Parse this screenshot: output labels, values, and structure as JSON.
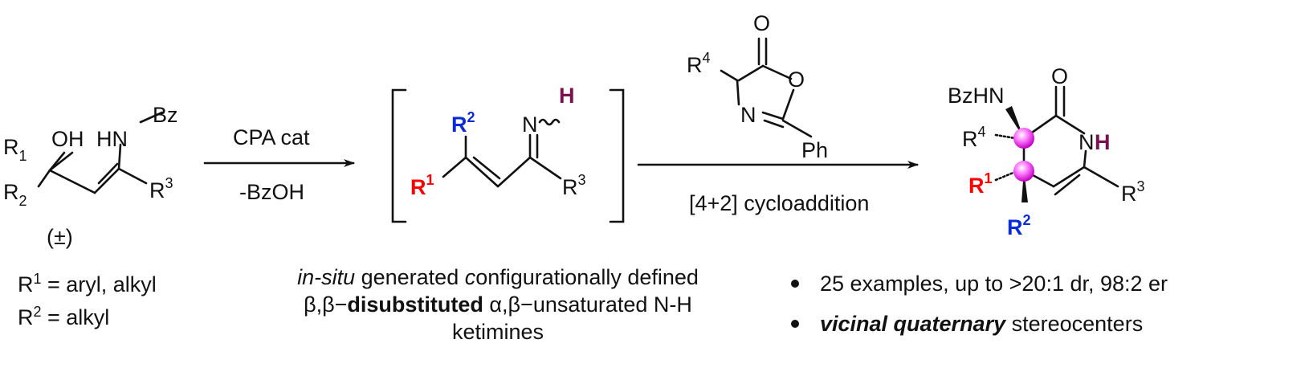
{
  "reactant": {
    "oh": "OH",
    "hn": "HN",
    "bz": "Bz",
    "r1": "R",
    "r1_sub": "1",
    "r2": "R",
    "r2_sub": "2",
    "r3": "R",
    "r3_sup": "3",
    "racemic": "(±)"
  },
  "arrow1": {
    "top_label": "CPA cat",
    "bottom_label": "-BzOH"
  },
  "intermediate": {
    "r1": "R",
    "r1_sup": "1",
    "r2": "R",
    "r2_sup": "2",
    "r3": "R",
    "r3_sup": "3",
    "n": "N",
    "h": "H"
  },
  "reagent": {
    "o_carbonyl": "O",
    "o_ring": "O",
    "n": "N",
    "r4": "R",
    "r4_sup": "4",
    "ph": "Ph"
  },
  "arrow2": {
    "bottom_label": "[4+2] cycloaddition"
  },
  "product": {
    "bzhn": "BzHN",
    "o": "O",
    "n": "N",
    "h": "H",
    "r4": "R",
    "r4_sup": "4",
    "r1": "R",
    "r1_sup": "1",
    "r2": "R",
    "r2_sup": "2",
    "r3": "R",
    "r3_sup": "3"
  },
  "definitions": {
    "line1_pre": "R",
    "line1_sup": "1",
    "line1_post": " = aryl, alkyl",
    "line2_pre": "R",
    "line2_sup": "2",
    "line2_post": " = alkyl"
  },
  "caption": {
    "l1_italic1": "in-situ",
    "l1_mid": " generated ",
    "l1_italic2": "c",
    "l1_post": "onfigurationally defined",
    "l2_pre": "β,β−",
    "l2_bold": "disubstituted",
    "l2_post": " α,β−unsaturated N-H",
    "l3": "ketimines"
  },
  "bullets": {
    "b1": "25 examples, up to >20:1 dr, 98:2 er",
    "b2_bold": "vicinal quaternary",
    "b2_post": " stereocenters"
  },
  "colors": {
    "r1": "#ff0000",
    "r2": "#0a2bd8",
    "nh": "#7a1050",
    "stereocenter": "#ff66ff"
  }
}
